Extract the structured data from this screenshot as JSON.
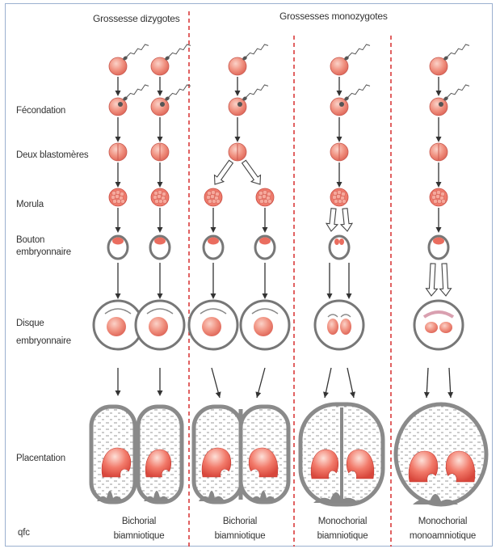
{
  "headers": {
    "dizygotic": "Grossesse dizygotes",
    "monozygotic": "Grossesses monozygotes"
  },
  "stages": {
    "fecondation": "Fécondation",
    "deux_blastomeres": "Deux blastomères",
    "morula": "Morula",
    "bouton_line1": "Bouton",
    "bouton_line2": "embryonnaire",
    "disque_line1": "Disque",
    "disque_line2": "embryonnaire",
    "placentation": "Placentation"
  },
  "captions": {
    "col1_line1": "Bichorial",
    "col1_line2": "biamniotique",
    "col2_line1": "Bichorial",
    "col2_line2": "biamniotique",
    "col3_line1": "Monochorial",
    "col3_line2": "biamniotique",
    "col4_line1": "Monochorial",
    "col4_line2": "monoamniotique"
  },
  "credit": "qfc",
  "colors": {
    "cell": "#f08a7a",
    "cell_dark": "#e05a4e",
    "membrane": "#777777",
    "chorion": "#8a8a8a",
    "divider": "#d42020",
    "border": "#9bb0d0"
  }
}
